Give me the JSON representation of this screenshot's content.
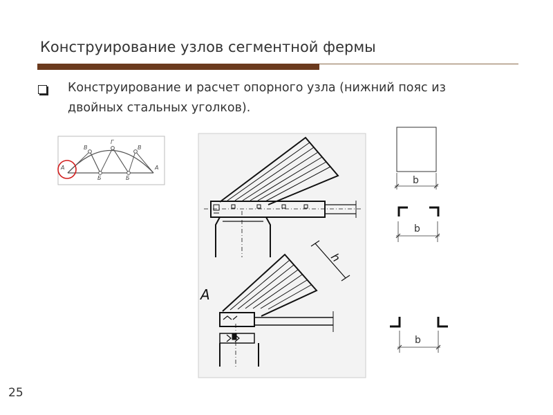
{
  "slide": {
    "title": "Конструирование узлов сегментной фермы",
    "bullet_line1": "Конструирование и расчет опорного узла (нижний пояс из",
    "bullet_line2": "двойных стальных уголков).",
    "page_number": "25"
  },
  "truss_scheme": {
    "label_left_a": "А",
    "label_right_a": "А",
    "label_v1": "В",
    "label_g": "Г",
    "label_v2": "В",
    "label_b1": "Б",
    "label_b2": "Б"
  },
  "detail_drawing": {
    "label_a": "А",
    "label_h": "h"
  },
  "sections": {
    "label_1": "b",
    "label_2": "b",
    "label_3": "b"
  },
  "colors": {
    "accent_bar": "#6b3a1e",
    "highlight_circle": "#d11c1c"
  }
}
